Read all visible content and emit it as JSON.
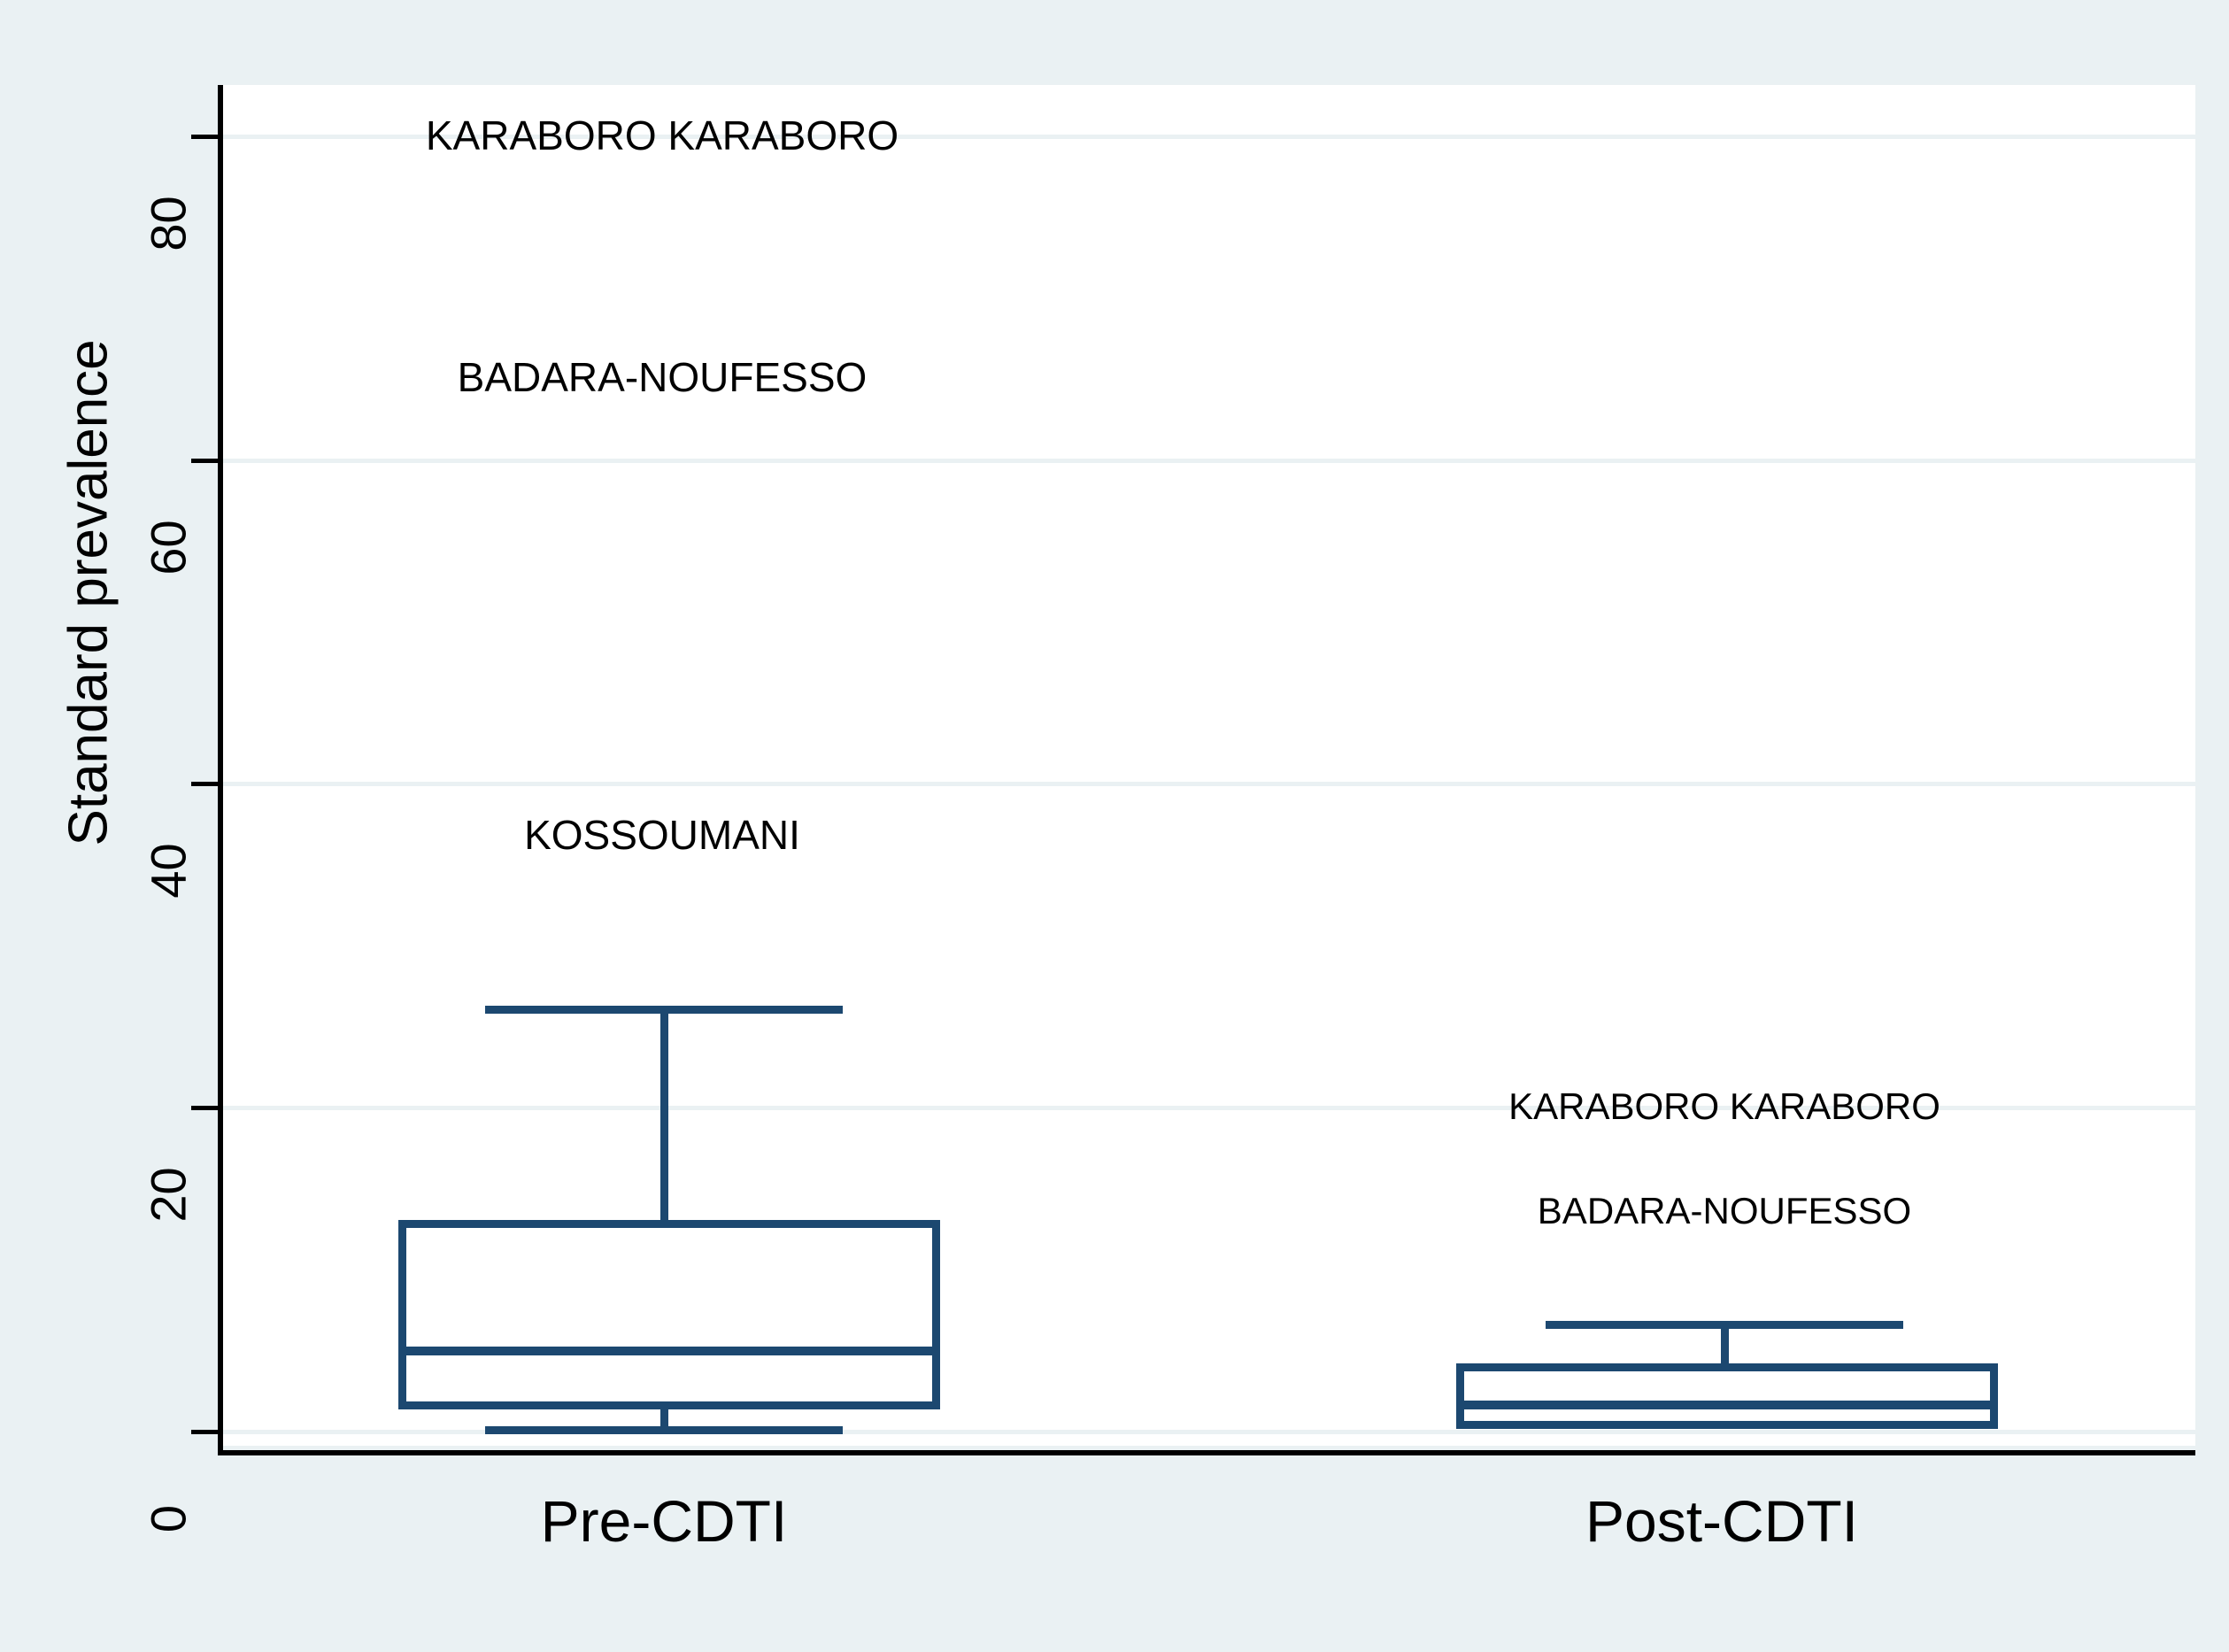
{
  "chart_data": {
    "type": "box",
    "title": "",
    "xlabel": "",
    "ylabel": "Standard prevalence",
    "ylim": [
      -2,
      84
    ],
    "yticks": [
      0,
      20,
      40,
      60,
      80
    ],
    "ytick_labels": [
      "0",
      "20",
      "40",
      "60",
      "80"
    ],
    "categories": [
      "Pre-CDTI",
      "Post-CDTI"
    ],
    "grid": "horizontal",
    "legend": "none",
    "boxes": [
      {
        "name": "Pre-CDTI",
        "whisker_low": 0.0,
        "q1": 1.3,
        "median": 4.9,
        "q3": 13.0,
        "whisker_high": 26.0,
        "outliers": [
          {
            "label": "KOSSOUMANI",
            "value": 32.5
          },
          {
            "label": "BADARA-NOUFESSO",
            "value": 60.5
          },
          {
            "label": "KARABORO KARABORO",
            "value": 76.5
          }
        ]
      },
      {
        "name": "Post-CDTI",
        "whisker_low": 0.1,
        "q1": 0.3,
        "median": 1.6,
        "q3": 4.1,
        "whisker_high": 6.5,
        "outliers": [
          {
            "label": "BADARA-NOUFESSO",
            "value": 12.8
          },
          {
            "label": "KARABORO KARABORO",
            "value": 19.5
          }
        ]
      }
    ]
  },
  "axis": {
    "y_title": "Standard prevalence",
    "y_ticks": [
      {
        "label": "80",
        "value": 80
      },
      {
        "label": "60",
        "value": 60
      },
      {
        "label": "40",
        "value": 40
      },
      {
        "label": "20",
        "value": 20
      },
      {
        "label": "0",
        "value": 0
      }
    ],
    "x_ticks": [
      {
        "label": "Pre-CDTI"
      },
      {
        "label": "Post-CDTI"
      }
    ]
  },
  "annotations": [
    {
      "text": "KARABORO KARABORO",
      "group": "Pre-CDTI"
    },
    {
      "text": "BADARA-NOUFESSO",
      "group": "Pre-CDTI"
    },
    {
      "text": "KOSSOUMANI",
      "group": "Pre-CDTI"
    },
    {
      "text": "KARABORO KARABORO",
      "group": "Post-CDTI"
    },
    {
      "text": "BADARA-NOUFESSO",
      "group": "Post-CDTI"
    }
  ],
  "colors": {
    "box_stroke": "#1c4870",
    "figure_background": "#eaf1f3",
    "plot_background": "#ffffff",
    "gridline": "#eaf1f3",
    "axis": "#000000",
    "text": "#000000"
  }
}
